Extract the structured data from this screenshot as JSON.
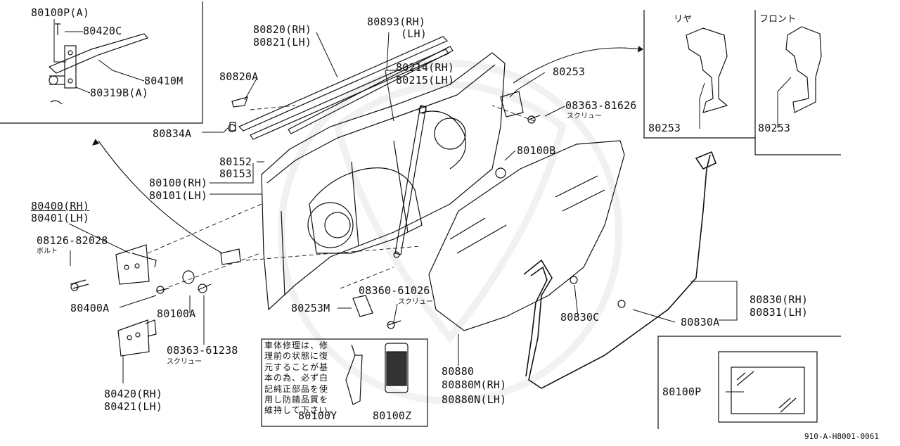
{
  "labels": {
    "p80100p_a": "80100P(A)",
    "p80420c": "80420C",
    "p80410m": "80410M",
    "p80319b_a": "80319B(A)",
    "p80834a": "80834A",
    "p80820a": "80820A",
    "p80820_rh": "80820(RH)",
    "p80821_lh": "80821(LH)",
    "p80893_rh": "80893(RH)",
    "p80893_lh": "(LH)",
    "p80214_rh": "80214(RH)",
    "p80215_lh": "80215(LH)",
    "p80253_top": "80253",
    "p08363_81626": "08363-81626",
    "p80100b": "80100B",
    "p80152": "80152",
    "p80153": "80153",
    "p80100_rh": "80100(RH)",
    "p80101_lh": "80101(LH)",
    "p80400_rh": "80400(RH)",
    "p80401_lh": "80401(LH)",
    "p08126_82028": "08126-82028",
    "p80400a": "80400A",
    "p80100a": "80100A",
    "p08363_61238": "08363-61238",
    "p80420_rh": "80420(RH)",
    "p80421_lh": "80421(LH)",
    "p80253m": "80253M",
    "p08360_61026": "08360-61026",
    "p80880": "80880",
    "p80880m_rh": "80880M(RH)",
    "p80880n_lh": "80880N(LH)",
    "p80830c": "80830C",
    "p80830a": "80830A",
    "p80830_rh": "80830(RH)",
    "p80831_lh": "80831(LH)",
    "p80253_rear": "80253",
    "p80253_front": "80253",
    "p80100y": "80100Y",
    "p80100z": "80100Z",
    "p80100p": "80100P"
  },
  "captions": {
    "screw1": "スクリュー",
    "screw2": "スクリュー",
    "screw3": "スクリュー",
    "bolt": "ボルト",
    "rear": "リヤ",
    "front": "フロント"
  },
  "note_lines": [
    "車体修理は、修",
    "理前の状態に復",
    "元することが基",
    "本の為、必ず白",
    "記純正部品を使",
    "用し防錆品質を",
    "維持して下さい。"
  ],
  "figure_id": "910-A-H8001-0061"
}
